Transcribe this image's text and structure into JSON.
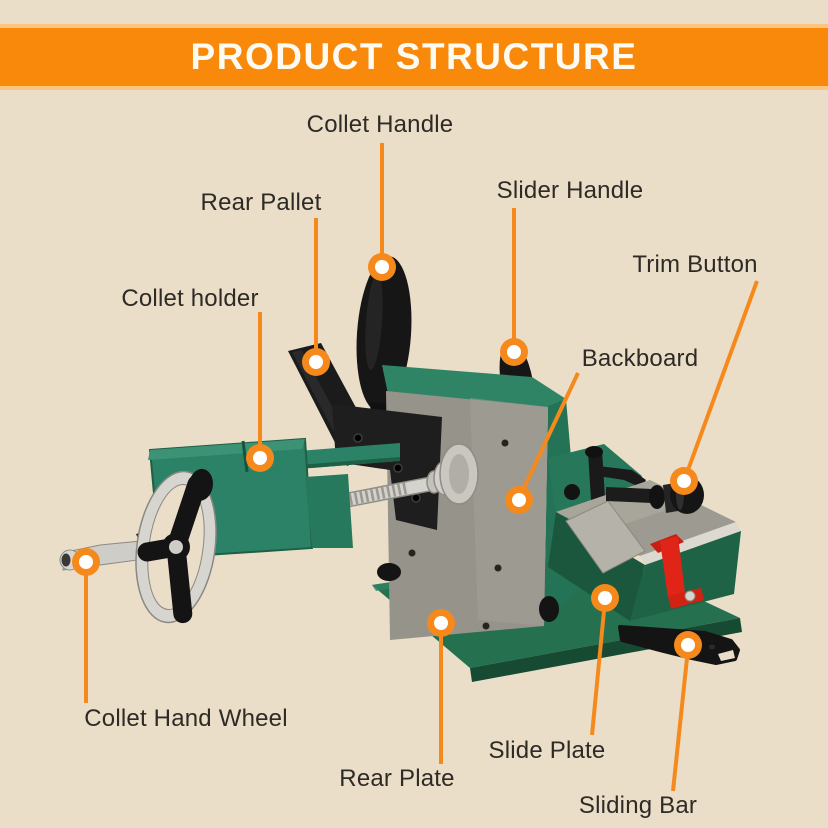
{
  "header": {
    "title": "PRODUCT STRUCTURE"
  },
  "callouts": {
    "collet_handle": "Collet Handle",
    "rear_pallet": "Rear Pallet",
    "slider_handle": "Slider Handle",
    "trim_button": "Trim Button",
    "collet_holder": "Collet holder",
    "backboard": "Backboard",
    "collet_hand_wheel": "Collet Hand Wheel",
    "rear_plate": "Rear Plate",
    "slide_plate": "Slide Plate",
    "sliding_bar": "Sliding Bar"
  },
  "colors": {
    "background": "#EBDEC8",
    "banner_orange": "#F8890B",
    "leader_orange": "#F6891B",
    "label_text": "#2E2A25",
    "machine_green": "#2C8266",
    "machine_green_dark": "#1F6347",
    "base_green": "#24704F",
    "steel_gray": "#96938B",
    "chrome": "#D7D5D0",
    "red_accent": "#E02518",
    "black_parts": "#161616",
    "dot_center": "#FFFFFF"
  }
}
